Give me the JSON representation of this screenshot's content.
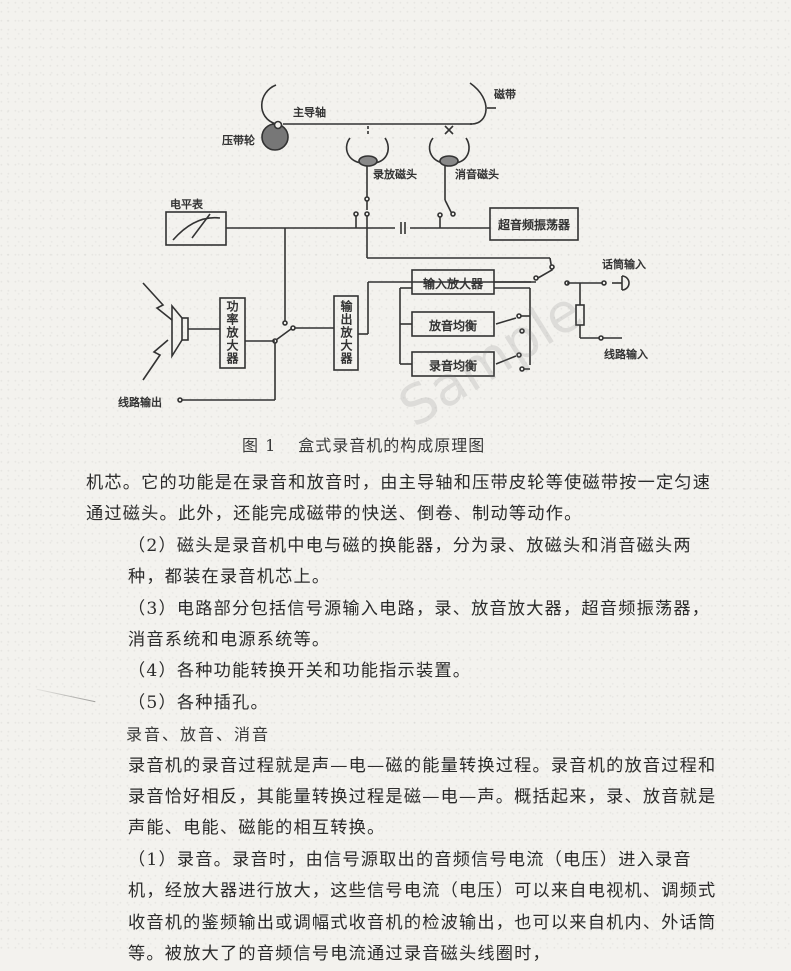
{
  "diagram": {
    "labels": {
      "tape": "磁带",
      "capstan": "主导轴",
      "pinch_roller": "压带轮",
      "rec_play_head": "录放磁头",
      "erase_head": "消音磁头",
      "level_meter": "电平表",
      "ultrasonic_osc": "超音频振荡器",
      "mic_input": "话筒输入",
      "line_input": "线路输入",
      "input_amp": "输入放大器",
      "playback_eq": "放音均衡",
      "record_eq": "录音均衡",
      "output_amp": "输出放大器",
      "power_amp": "功率放大器",
      "line_output": "线路输出"
    }
  },
  "caption": {
    "figure_number": "图 1",
    "title": "盒式录音机的构成原理图"
  },
  "watermark": "Sample",
  "body": {
    "paragraphs": [
      "机芯。它的功能是在录音和放音时，由主导轴和压带皮轮等使磁带按一定匀速通过磁头。此外，还能完成磁带的快送、倒卷、制动等动作。",
      "（2）磁头是录音机中电与磁的换能器，分为录、放磁头和消音磁头两种，都装在录音机芯上。",
      "（3）电路部分包括信号源输入电路，录、放音放大器，超音频振荡器，消音系统和电源系统等。",
      "（4）各种功能转换开关和功能指示装置。",
      "（5）各种插孔。"
    ],
    "subheading": "录音、放音、消音",
    "paragraphs2": [
      "录音机的录音过程就是声—电—磁的能量转换过程。录音机的放音过程和录音恰好相反，其能量转换过程是磁—电—声。概括起来，录、放音就是声能、电能、磁能的相互转换。",
      "（1）录音。录音时，由信号源取出的音频信号电流（电压）进入录音机，经放大器进行放大，这些信号电流（电压）可以来自电视机、调频式收音机的鉴频输出或调幅式收音机的检波输出，也可以来自机内、外话筒等。被放大了的音频信号电流通过录音磁头线圈时，"
    ]
  }
}
